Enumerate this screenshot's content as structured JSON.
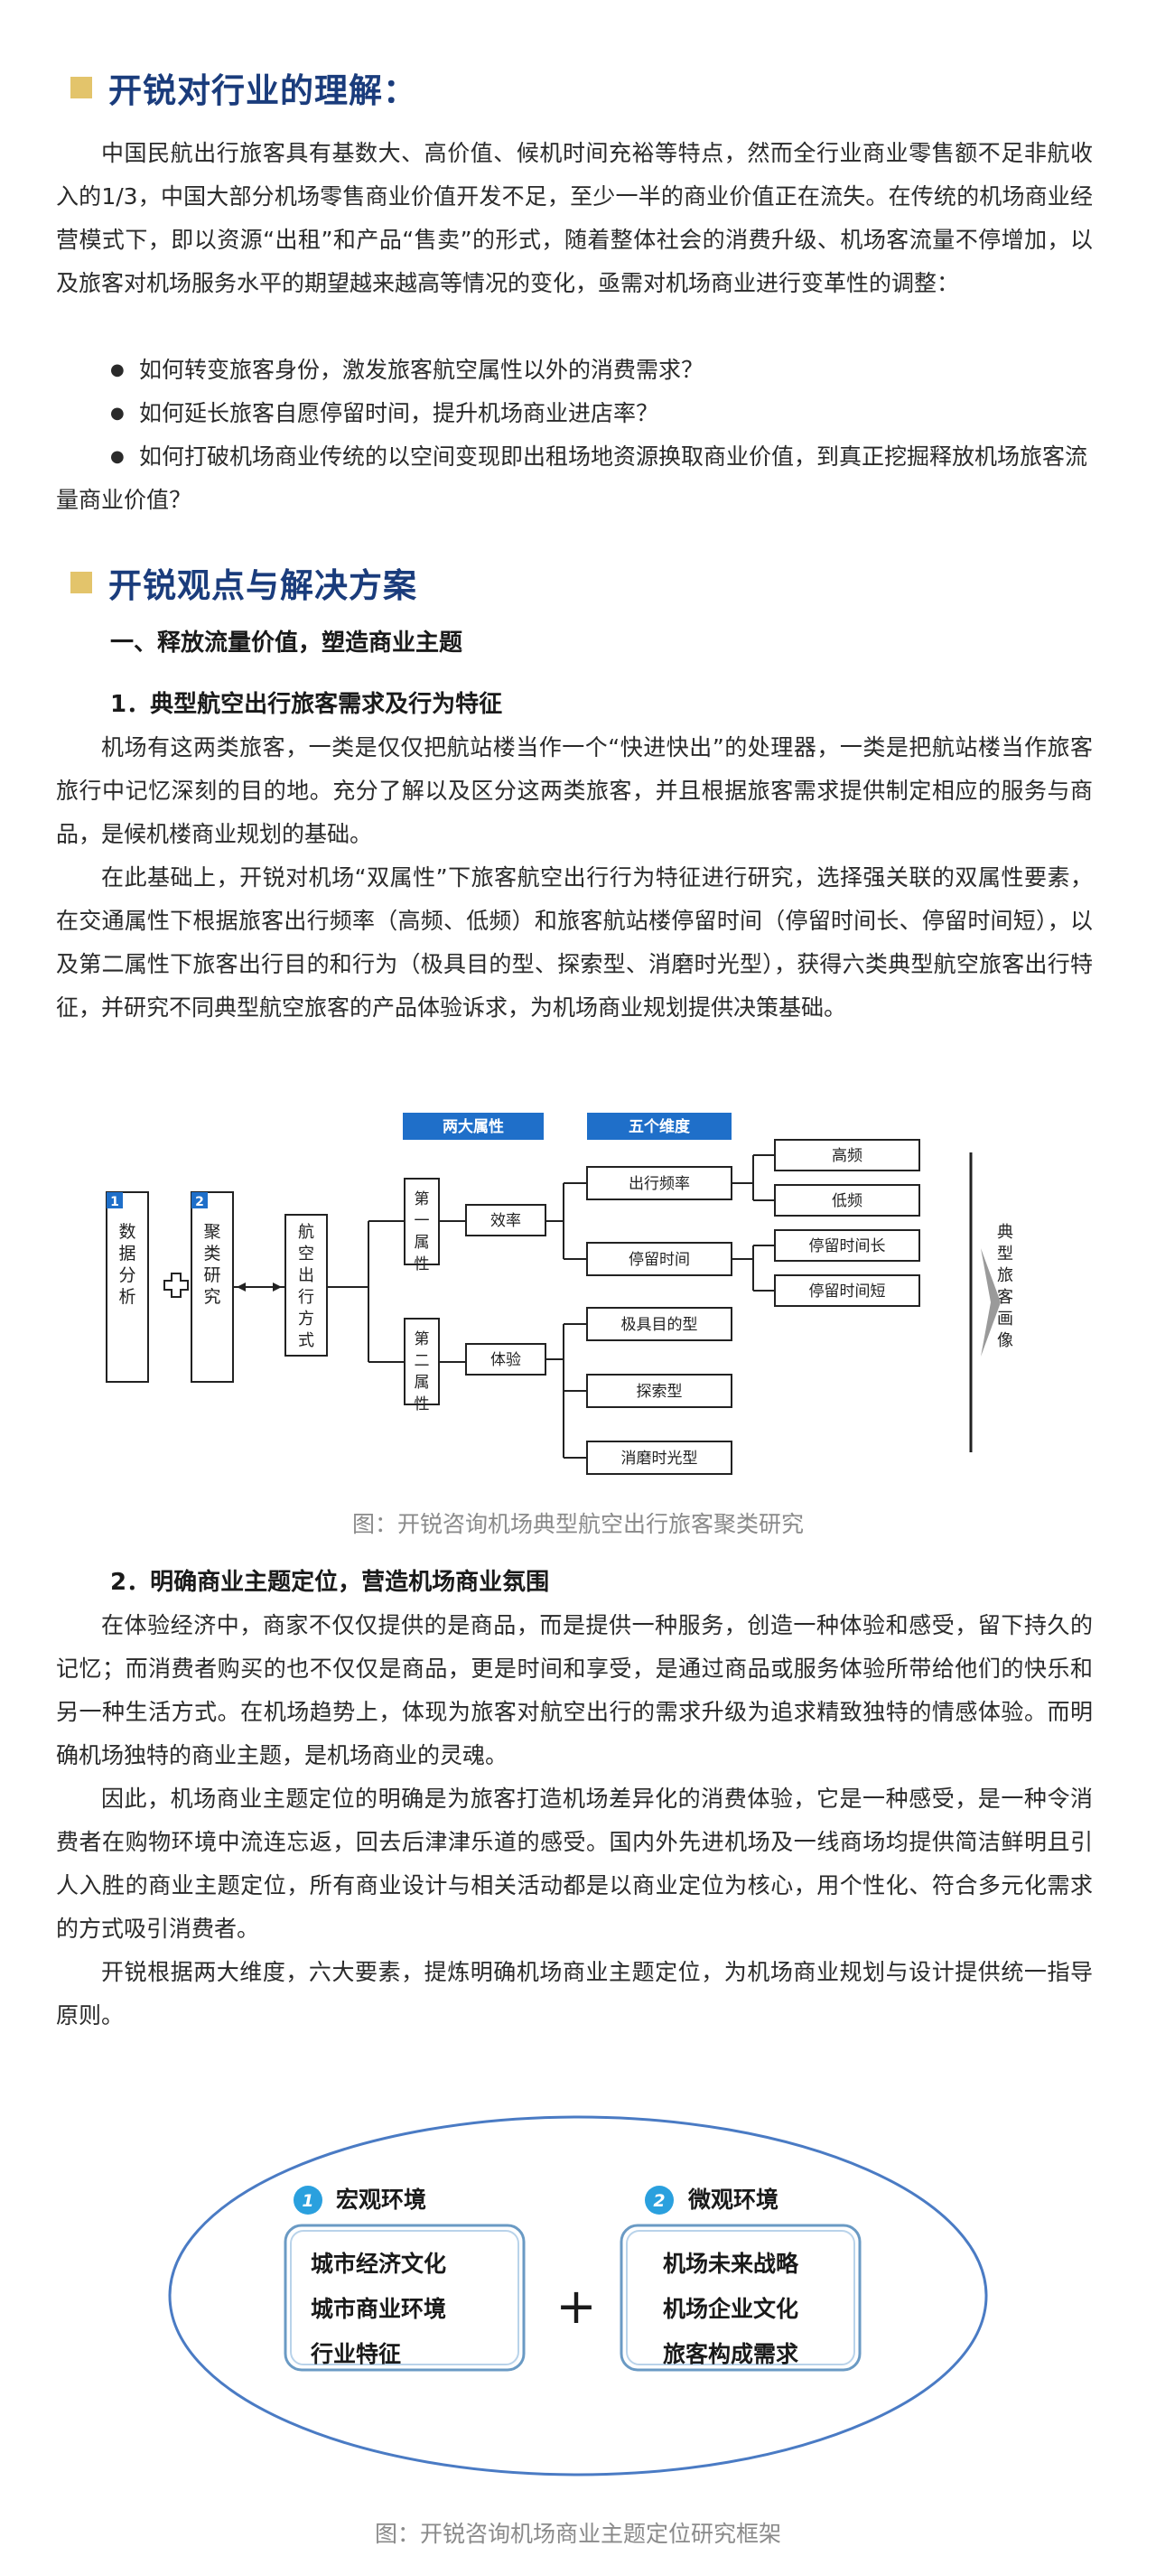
{
  "section1": {
    "title": "开锐对行业的理解：",
    "para": "中国民航出行旅客具有基数大、高价值、候机时间充裕等特点，然而全行业商业零售额不足非航收入的1/3，中国大部分机场零售商业价值开发不足，至少一半的商业价值正在流失。在传统的机场商业经营模式下，即以资源“出租”和产品“售卖”的形式，随着整体社会的消费升级、机场客流量不停增加，以及旅客对机场服务水平的期望越来越高等情况的变化，亟需对机场商业进行变革性的调整：",
    "bullets": [
      "如何转变旅客身份，激发旅客航空属性以外的消费需求？",
      "如何延长旅客自愿停留时间，提升机场商业进店率？",
      "如何打破机场商业传统的以空间变现即出租场地资源换取商业价值，到真正挖掘释放机场旅客流量商业价值？"
    ]
  },
  "section2": {
    "title": "开锐观点与解决方案",
    "sub_heading": "一、释放流量价值，塑造商业主题",
    "item1_title": "1．典型航空出行旅客需求及行为特征",
    "item1_p1": "机场有这两类旅客，一类是仅仅把航站楼当作一个“快进快出”的处理器，一类是把航站楼当作旅客旅行中记忆深刻的目的地。充分了解以及区分这两类旅客，并且根据旅客需求提供制定相应的服务与商品，是候机楼商业规划的基础。",
    "item1_p2": "在此基础上，开锐对机场“双属性”下旅客航空出行行为特征进行研究，选择强关联的双属性要素，在交通属性下根据旅客出行频率（高频、低频）和旅客航站楼停留时间（停留时间长、停留时间短），以及第二属性下旅客出行目的和行为（极具目的型、探索型、消磨时光型），获得六类典型航空旅客出行特征，并研究不同典型航空旅客的产品体验诉求，为机场商业规划提供决策基础。",
    "diagram1": {
      "header_left": "两大属性",
      "header_right": "五个维度",
      "box1_num": "1",
      "box1_text": "数据分析",
      "box2_num": "2",
      "box2_text": "聚类研究",
      "travel_mode": "航空出行方式",
      "attr1": "第一属性",
      "attr2": "第二属性",
      "efficiency": "效率",
      "experience": "体验",
      "freq": "出行频率",
      "stay": "停留时间",
      "high": "高频",
      "low": "低频",
      "long": "停留时间长",
      "short": "停留时间短",
      "purpose": "极具目的型",
      "explore": "探索型",
      "leisure": "消磨时光型",
      "portrait": "典型旅客画像",
      "accent": "#1f6fc9"
    },
    "caption1": "图：开锐咨询机场典型航空出行旅客聚类研究",
    "item2_title": "2．明确商业主题定位，营造机场商业氛围",
    "item2_p1": "在体验经济中，商家不仅仅提供的是商品，而是提供一种服务，创造一种体验和感受，留下持久的记忆；而消费者购买的也不仅仅是商品，更是时间和享受，是通过商品或服务体验所带给他们的快乐和另一种生活方式。在机场趋势上，体现为旅客对航空出行的需求升级为追求精致独特的情感体验。而明确机场独特的商业主题，是机场商业的灵魂。",
    "item2_p2": "因此，机场商业主题定位的明确是为旅客打造机场差异化的消费体验，它是一种感受，是一种令消费者在购物环境中流连忘返，回去后津津乐道的感受。国内外先进机场及一线商场均提供简洁鲜明且引人入胜的商业主题定位，所有商业设计与相关活动都是以商业定位为核心，用个性化、符合多元化需求的方式吸引消费者。",
    "item2_p3": "开锐根据两大维度，六大要素，提炼明确机场商业主题定位，为机场商业规划与设计提供统一指导原则。",
    "diagram2": {
      "macro_num": "1",
      "macro_title": "宏观环境",
      "macro_items": [
        "城市经济文化",
        "城市商业环境",
        "行业特征"
      ],
      "plus": "+",
      "micro_num": "2",
      "micro_title": "微观环境",
      "micro_items": [
        "机场未来战略",
        "机场企业文化",
        "旅客构成需求"
      ],
      "ellipse_color": "#4a7bc4",
      "badge_color": "#2aa0de"
    },
    "caption2": "图：开锐咨询机场商业主题定位研究框架"
  }
}
